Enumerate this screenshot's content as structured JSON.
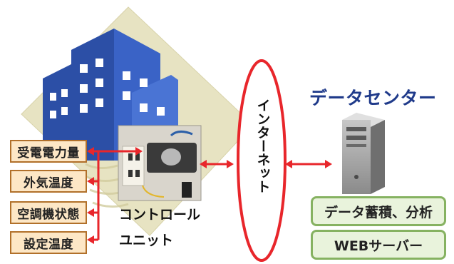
{
  "sensors": {
    "items": [
      {
        "label": "受電電力量"
      },
      {
        "label": "外気温度"
      },
      {
        "label": "空調機状態"
      },
      {
        "label": "設定温度"
      }
    ]
  },
  "control_unit": {
    "label_line1": "コントロール",
    "label_line2": "ユニット"
  },
  "internet": {
    "label": "インターネット"
  },
  "datacenter": {
    "title": "データセンター",
    "boxes": [
      {
        "label": "データ蓄積、分析"
      },
      {
        "label": "WEBサーバー"
      }
    ]
  },
  "colors": {
    "arrow": "#e8262b",
    "sensor_fill": "#fde7c6",
    "sensor_border": "#b1702a",
    "green_fill": "#e9f3dc",
    "green_border": "#86b261",
    "title": "#1f3a8a",
    "building": "#3a63c6",
    "background_shape": "#e7e3c2"
  }
}
